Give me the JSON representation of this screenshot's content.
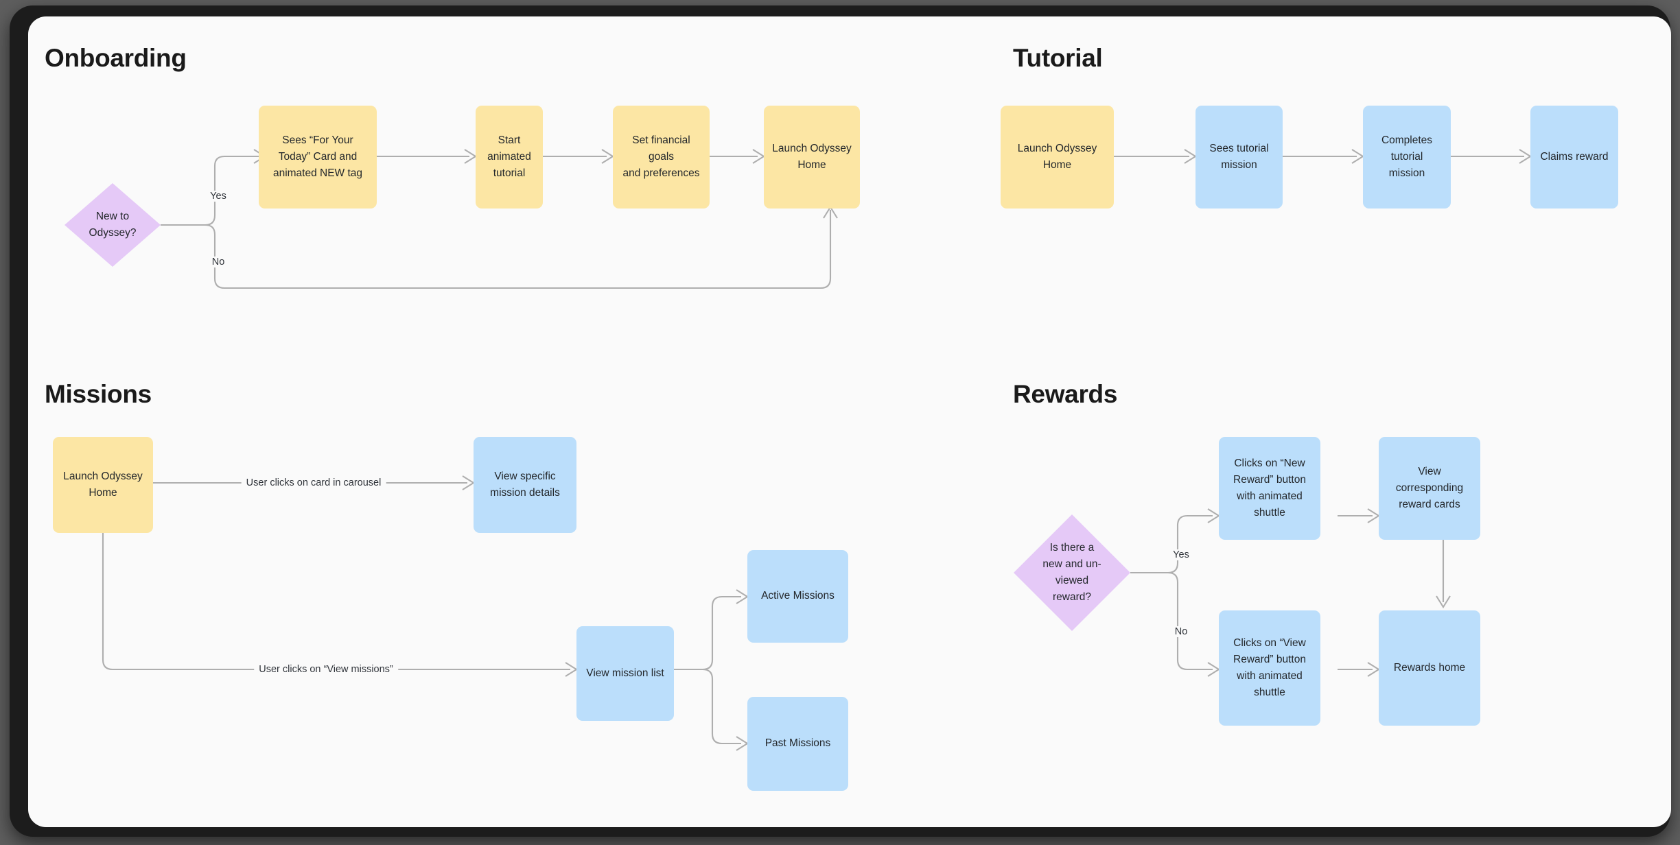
{
  "canvas": {
    "background": "#fafafa",
    "bezel_color": "#1c1c1c",
    "page_background": "#5e5e5e"
  },
  "palette": {
    "yellow": "#fce6a4",
    "blue": "#bbdefb",
    "purple": "#e5c9f7",
    "wire": "#aeaeae",
    "text": "#23272b",
    "title": "#1a1a1a"
  },
  "sections": [
    {
      "id": "onboarding",
      "title": "Onboarding",
      "nodes": [
        {
          "id": "ob-decision",
          "label": "New to\nOdyssey?",
          "shape": "diamond",
          "color": "purple"
        },
        {
          "id": "ob-sees-card",
          "label": "Sees “For Your\nToday” Card and\nanimated NEW tag",
          "shape": "rect",
          "color": "yellow"
        },
        {
          "id": "ob-start-tutorial",
          "label": "Start animated\ntutorial",
          "shape": "rect",
          "color": "yellow"
        },
        {
          "id": "ob-set-goals",
          "label": "Set financial goals\nand preferences",
          "shape": "rect",
          "color": "yellow"
        },
        {
          "id": "ob-launch-home",
          "label": "Launch Odyssey\nHome",
          "shape": "rect",
          "color": "yellow"
        }
      ],
      "edge_labels": [
        {
          "id": "ob-yes",
          "label": "Yes"
        },
        {
          "id": "ob-no",
          "label": "No"
        }
      ]
    },
    {
      "id": "tutorial",
      "title": "Tutorial",
      "nodes": [
        {
          "id": "tu-launch-home",
          "label": "Launch Odyssey\nHome",
          "shape": "rect",
          "color": "yellow"
        },
        {
          "id": "tu-sees-mission",
          "label": "Sees tutorial\nmission",
          "shape": "rect",
          "color": "blue"
        },
        {
          "id": "tu-completes-mission",
          "label": "Completes tutorial\nmission",
          "shape": "rect",
          "color": "blue"
        },
        {
          "id": "tu-claims-reward",
          "label": "Claims reward",
          "shape": "rect",
          "color": "blue"
        }
      ],
      "edge_labels": []
    },
    {
      "id": "missions",
      "title": "Missions",
      "nodes": [
        {
          "id": "mi-launch-home",
          "label": "Launch Odyssey\nHome",
          "shape": "rect",
          "color": "yellow"
        },
        {
          "id": "mi-mission-details",
          "label": "View specific\nmission details",
          "shape": "rect",
          "color": "blue"
        },
        {
          "id": "mi-mission-list",
          "label": "View mission list",
          "shape": "rect",
          "color": "blue"
        },
        {
          "id": "mi-active-missions",
          "label": "Active Missions",
          "shape": "rect",
          "color": "blue"
        },
        {
          "id": "mi-past-missions",
          "label": "Past Missions",
          "shape": "rect",
          "color": "blue"
        }
      ],
      "edge_labels": [
        {
          "id": "mi-click-card",
          "label": "User clicks on card in carousel"
        },
        {
          "id": "mi-click-view",
          "label": "User clicks on “View missions”"
        }
      ]
    },
    {
      "id": "rewards",
      "title": "Rewards",
      "nodes": [
        {
          "id": "rw-decision",
          "label": "Is there a\nnew and un-\nviewed\nreward?",
          "shape": "diamond",
          "color": "purple"
        },
        {
          "id": "rw-new-reward",
          "label": "Clicks on “New\nReward” button\nwith animated\nshuttle",
          "shape": "rect",
          "color": "blue"
        },
        {
          "id": "rw-reward-cards",
          "label": "View\ncorresponding\nreward cards",
          "shape": "rect",
          "color": "blue"
        },
        {
          "id": "rw-view-reward",
          "label": "Clicks on “View\nReward” button\nwith animated\nshuttle",
          "shape": "rect",
          "color": "blue"
        },
        {
          "id": "rw-rewards-home",
          "label": "Rewards home",
          "shape": "rect",
          "color": "blue"
        }
      ],
      "edge_labels": [
        {
          "id": "rw-yes",
          "label": "Yes"
        },
        {
          "id": "rw-no",
          "label": "No"
        }
      ]
    }
  ]
}
